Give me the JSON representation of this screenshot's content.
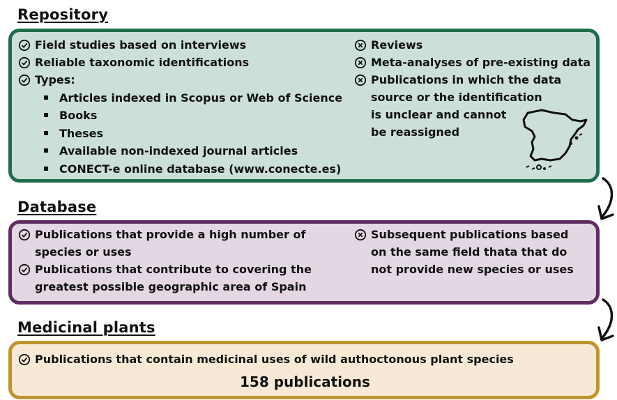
{
  "repository": {
    "heading": "Repository",
    "included": [
      "Field studies based on interviews",
      "Reliable taxonomic identifications",
      "Types:"
    ],
    "types": [
      "Articles indexed in Scopus or Web of Science",
      "Books",
      "Theses",
      "Available non-indexed journal articles",
      "CONECT-e online database (www.conecte.es)"
    ],
    "excluded": [
      "Reviews",
      "Meta-analyses of pre-existing data",
      [
        "Publications in which the data",
        "source or the identification",
        "is unclear and cannot",
        "be reassigned"
      ]
    ],
    "map_icon": "spain-map-icon"
  },
  "database": {
    "heading": "Database",
    "included": [
      [
        "Publications that provide a high number of",
        "species or uses"
      ],
      [
        "Publications that contribute to covering the",
        "greatest possible geographic area of Spain"
      ]
    ],
    "excluded": [
      [
        "Subsequent publications based",
        "on the same field thata that do",
        "not provide new species or uses"
      ]
    ]
  },
  "medicinal": {
    "heading": "Medicinal plants",
    "included": [
      "Publications that contain medicinal uses of wild authoctonous plant species"
    ],
    "total": "158 publications"
  },
  "colors": {
    "repository_fill": "#cde0d8",
    "repository_border": "#1f6d4d",
    "database_fill": "#e2d7e2",
    "database_border": "#5f2d62",
    "medicinal_fill": "#f7e9d5",
    "medicinal_border": "#c0952f"
  },
  "icons": {
    "include": "check-circle-icon",
    "exclude": "x-circle-icon",
    "flow": "curved-arrow-icon"
  }
}
